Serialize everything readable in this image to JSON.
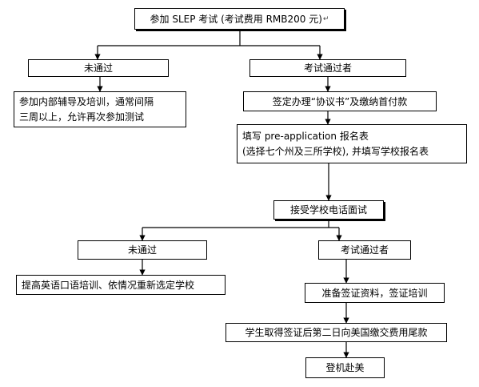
{
  "nodes": {
    "slep_exam": "参加 SLEP 考试 (考试费用 RMB200 元)",
    "fail_1": "未通过",
    "pass_1": "考试通过者",
    "retrain_1": [
      "参加内部辅导及培训，通常间隔",
      "三周以上，允许再次参加测试"
    ],
    "sign_agreement": "签定办理“协议书”及缴纳首付款",
    "pre_application": [
      "填写 pre-application 报名表",
      "(选择七个州及三所学校), 并填写学校报名表"
    ],
    "phone_interview": "接受学校电话面试",
    "fail_2": "未通过",
    "pass_2": "考试通过者",
    "retrain_2": "提高英语口语培训、依情况重新选定学校",
    "visa_prep": "准备签证资料，签证培训",
    "final_payment": "学生取得签证后第二日向美国缴交费用尾款",
    "depart": "登机赴美"
  },
  "return_mark": "↵"
}
